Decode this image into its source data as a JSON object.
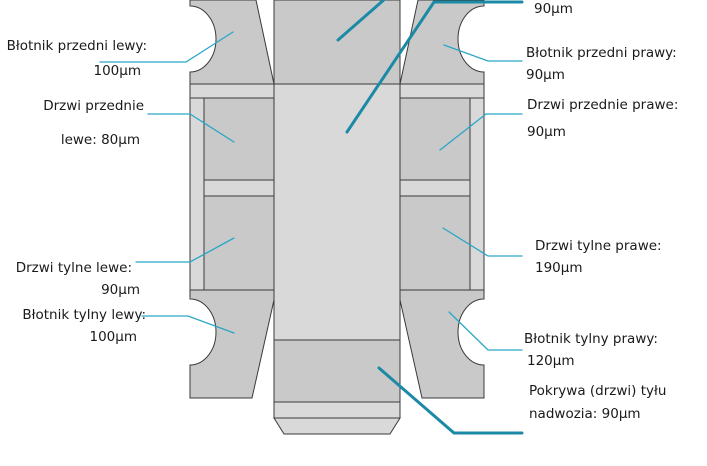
{
  "colors": {
    "panel_dark": "#c9c9c9",
    "panel_light": "#d9d9d9",
    "panel_stroke": "#3a3a3a",
    "leader_thin": "#2aa6c6",
    "leader_thick": "#1c8aa6"
  },
  "labels": {
    "hood_value": "90µm",
    "front_fender_left_title": "Błotnik przedni lewy:",
    "front_fender_left_value": "100µm",
    "front_fender_right_title": "Błotnik przedni prawy:",
    "front_fender_right_value": "90µm",
    "front_door_left_title": "Drzwi przednie",
    "front_door_left_value": "lewe: 80µm",
    "front_door_right_title": "Drzwi przednie prawe:",
    "front_door_right_value": "90µm",
    "rear_door_left_title": "Drzwi tylne lewe:",
    "rear_door_left_value": "90µm",
    "rear_door_right_title": "Drzwi tylne prawe:",
    "rear_door_right_value": "190µm",
    "rear_fender_left_title": "Błotnik tylny lewy:",
    "rear_fender_left_value": "100µm",
    "rear_fender_right_title": "Błotnik tylny prawy:",
    "rear_fender_right_value": "120µm",
    "trunk_title": "Pokrywa (drzwi) tyłu",
    "trunk_value": "nadwozia: 90µm"
  }
}
